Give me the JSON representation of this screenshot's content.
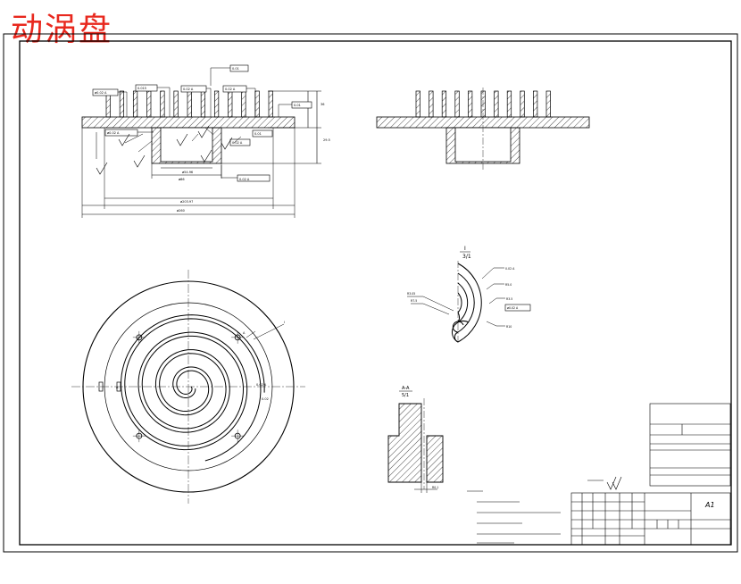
{
  "title": "动涡盘",
  "colors": {
    "title": "#e8281e",
    "line": "#000000",
    "center_line": "#333333"
  },
  "section_labels": {
    "upper_roman": "I",
    "upper_fraction": "3/1",
    "lower_roman": "A-A",
    "lower_fraction": "5/1"
  },
  "sheet_size": "A1"
}
